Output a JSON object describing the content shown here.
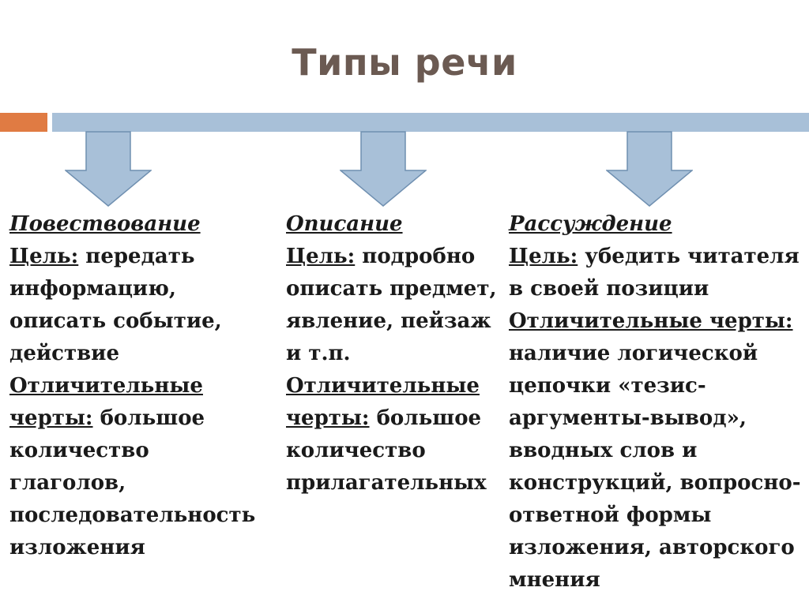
{
  "slide": {
    "title": "Типы речи"
  },
  "colors": {
    "accent": "#e07b43",
    "bar": "#a8c0d8",
    "arrow_fill": "#a8c0d8",
    "arrow_stroke": "#6f8fb0",
    "title": "#6b5a52"
  },
  "columns": [
    {
      "heading": "Повествование",
      "goal_label": "Цель:",
      "goal_text": " передать информацию, описать событие, действие",
      "features_label": "Отличительные черты:",
      "features_text": " большое количество глаголов, последовательность изложения"
    },
    {
      "heading": "Описание",
      "goal_label": "Цель:",
      "goal_text": " подробно описать предмет, явление, пейзаж и т.п.",
      "features_label": "Отличительные черты:",
      "features_text": " большое количество прилагательных"
    },
    {
      "heading": "Рассуждение",
      "goal_label": "Цель:",
      "goal_text": " убедить читателя в своей позиции",
      "features_label": "Отличительные черты:",
      "features_text": " наличие логической цепочки «тезис-аргументы-вывод», вводных слов и конструкций, вопросно-ответной формы изложения, авторского мнения"
    }
  ]
}
